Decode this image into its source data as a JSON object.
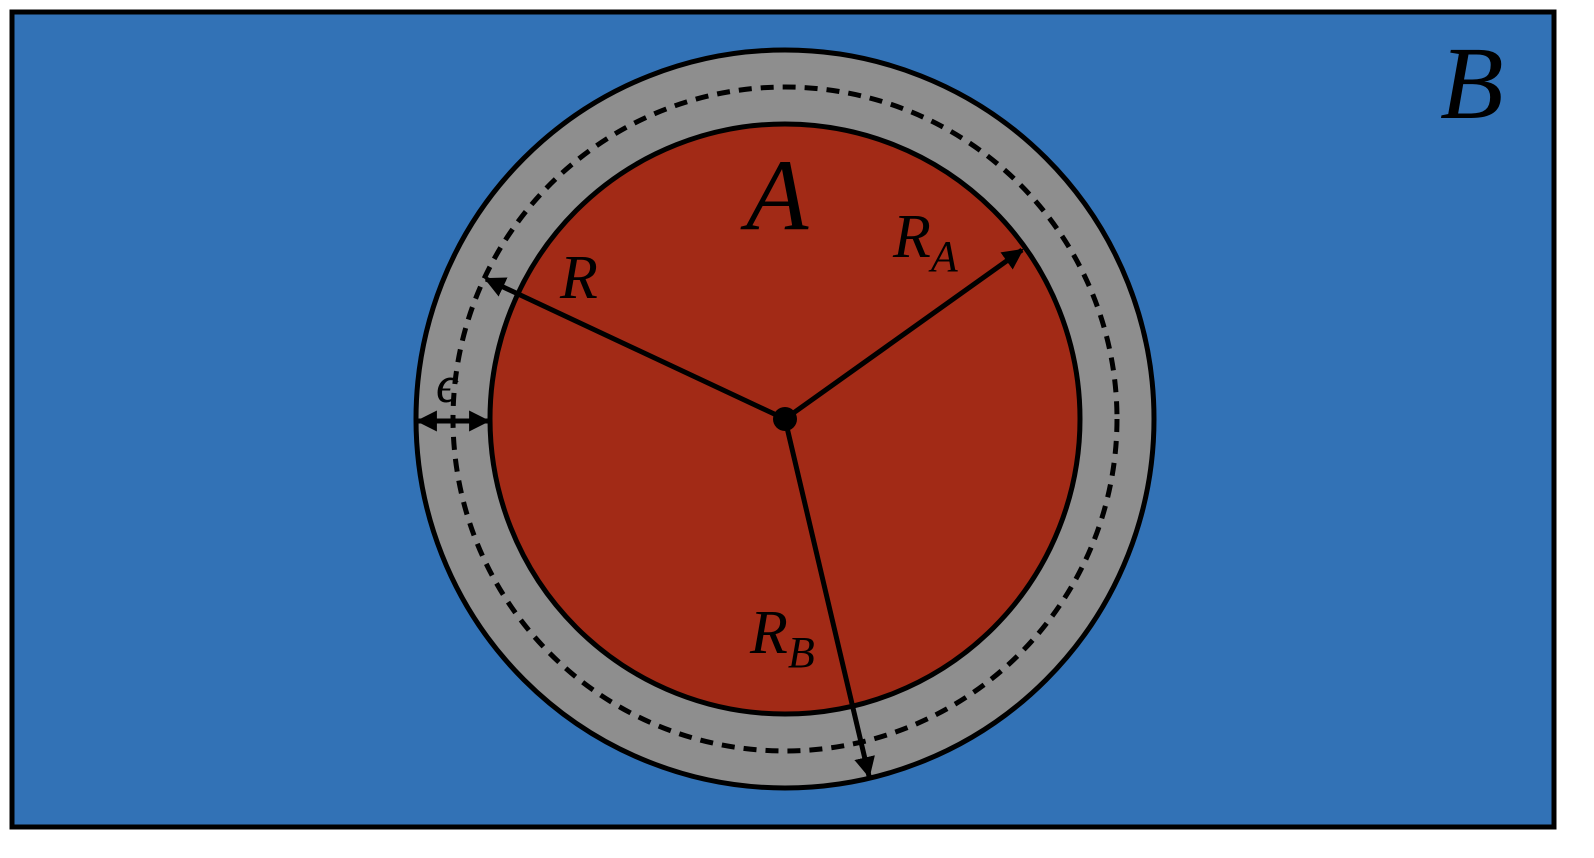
{
  "diagram": {
    "region_outer_label": "B",
    "region_inner_label": "A",
    "radius_label": "R",
    "radius_a_label": "R",
    "radius_a_subscript": "A",
    "radius_b_label": "R",
    "radius_b_subscript": "B",
    "gap_label": "ϵ"
  },
  "colors": {
    "outer_region": "#3272B6",
    "inner_region": "#A22A16",
    "shell": "#8E8E8E",
    "stroke": "#000000"
  }
}
